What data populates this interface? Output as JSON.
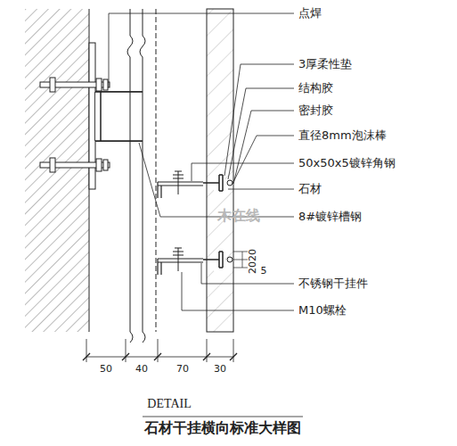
{
  "diagram": {
    "title": "DETAIL",
    "caption": "石材干挂横向标准大样图",
    "labels": [
      "点焊",
      "3厚柔性垫",
      "结构胶",
      "密封胶",
      "直径8mm泡沫棒",
      "50x50x5镀锌角钢",
      "石材",
      "8#镀锌槽钢",
      "不锈钢干挂件",
      "M10螺栓",
      "50",
      "40",
      "70",
      "30",
      "20",
      "20",
      "5",
      "木在线"
    ]
  }
}
